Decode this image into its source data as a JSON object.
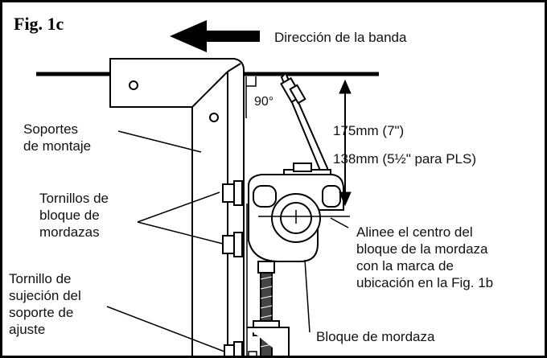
{
  "figure": {
    "title": "Fig. 1c",
    "direction_label": "Dirección de la banda",
    "angle_label": "90°",
    "dimension_lines": [
      "175mm (7\")",
      "138mm (5½\" para PLS)"
    ],
    "labels": {
      "mounting_brackets": "Soportes\nde montaje",
      "clamp_block_bolts": "Tornillos de\nbloque de\nmordazas",
      "adjust_bracket_bolt": "Tornillo de\nsujeción del\nsoporte de\najuste",
      "align_note": "Alinee el centro del\nbloque de la mordaza\ncon la marca de\nubicación en la Fig. 1b",
      "clamp_block": "Bloque de mordaza"
    }
  }
}
